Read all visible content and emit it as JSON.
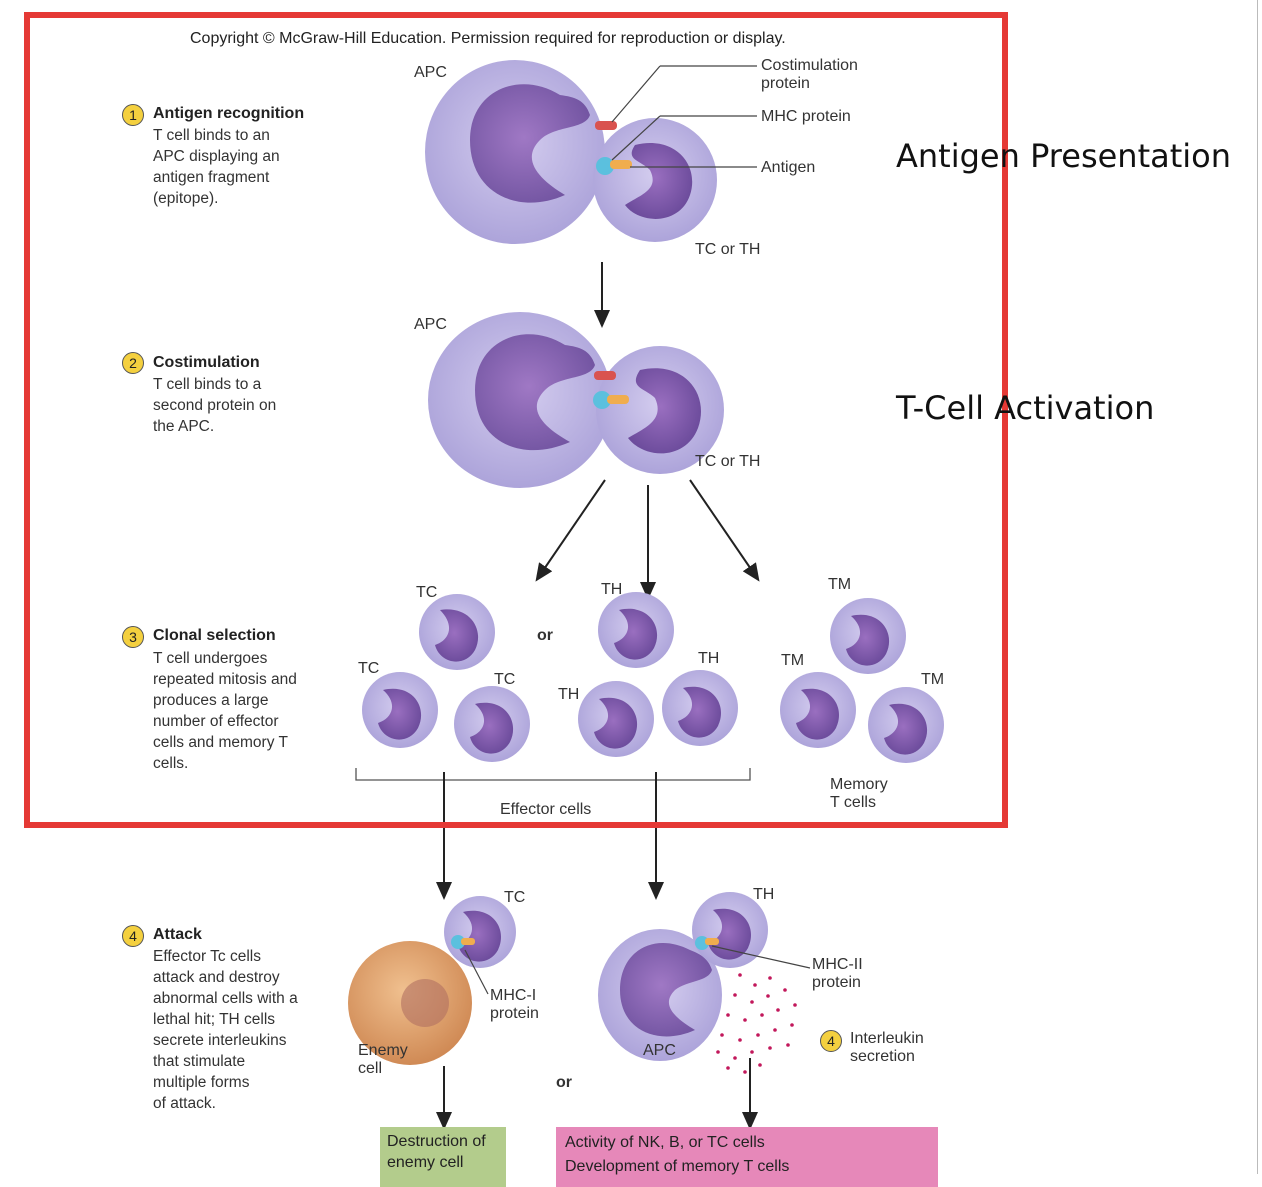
{
  "copyright": "Copyright © McGraw-Hill Education. Permission required for reproduction or display.",
  "steps": [
    {
      "num": "1",
      "title": "Antigen recognition",
      "desc": [
        "T cell binds to an",
        "APC displaying an",
        "antigen fragment",
        "(epitope)."
      ]
    },
    {
      "num": "2",
      "title": "Costimulation",
      "desc": [
        "T cell binds to a",
        "second protein on",
        "the APC."
      ]
    },
    {
      "num": "3",
      "title": "Clonal selection",
      "desc": [
        "T cell undergoes",
        "repeated mitosis and",
        "produces a large",
        "number of effector",
        "cells and memory T",
        "cells."
      ]
    },
    {
      "num": "4",
      "title": "Attack",
      "desc": [
        "Effector Tc cells",
        "attack and destroy",
        "abnormal cells with a",
        "lethal hit; TH cells",
        "secrete interleukins",
        "that stimulate",
        "multiple forms",
        "of attack."
      ]
    }
  ],
  "labels": {
    "apc": "APC",
    "costim1": "Costimulation",
    "costim2": "protein",
    "mhc": "MHC protein",
    "antigen": "Antigen",
    "tc_or_th": "TC or TH",
    "or": "or",
    "tc": "TC",
    "th": "TH",
    "tm": "TM",
    "effector": "Effector cells",
    "memory1": "Memory",
    "memory2": "T cells",
    "mhc1_a": "MHC-I",
    "mhc1_b": "protein",
    "mhc2_a": "MHC-II",
    "mhc2_b": "protein",
    "enemy1": "Enemy",
    "enemy2": "cell",
    "interleukin_num": "4",
    "interleukin1": "Interleukin",
    "interleukin2": "secretion"
  },
  "annotations": {
    "antigen_presentation": "Antigen Presentation",
    "tcell_activation": "T-Cell Activation"
  },
  "outcomes": {
    "green": [
      "Destruction of",
      "enemy cell"
    ],
    "pink": [
      "Activity of NK, B, or TC cells",
      "Development of memory T cells"
    ]
  },
  "colors": {
    "red_box": "#e53935",
    "green_box": "#b3cc8c",
    "pink_box": "#e688b9",
    "step_badge": "#f4d03f",
    "cell_light": "#c9c3e6",
    "cell_nucleus": "#7a5aa8"
  }
}
